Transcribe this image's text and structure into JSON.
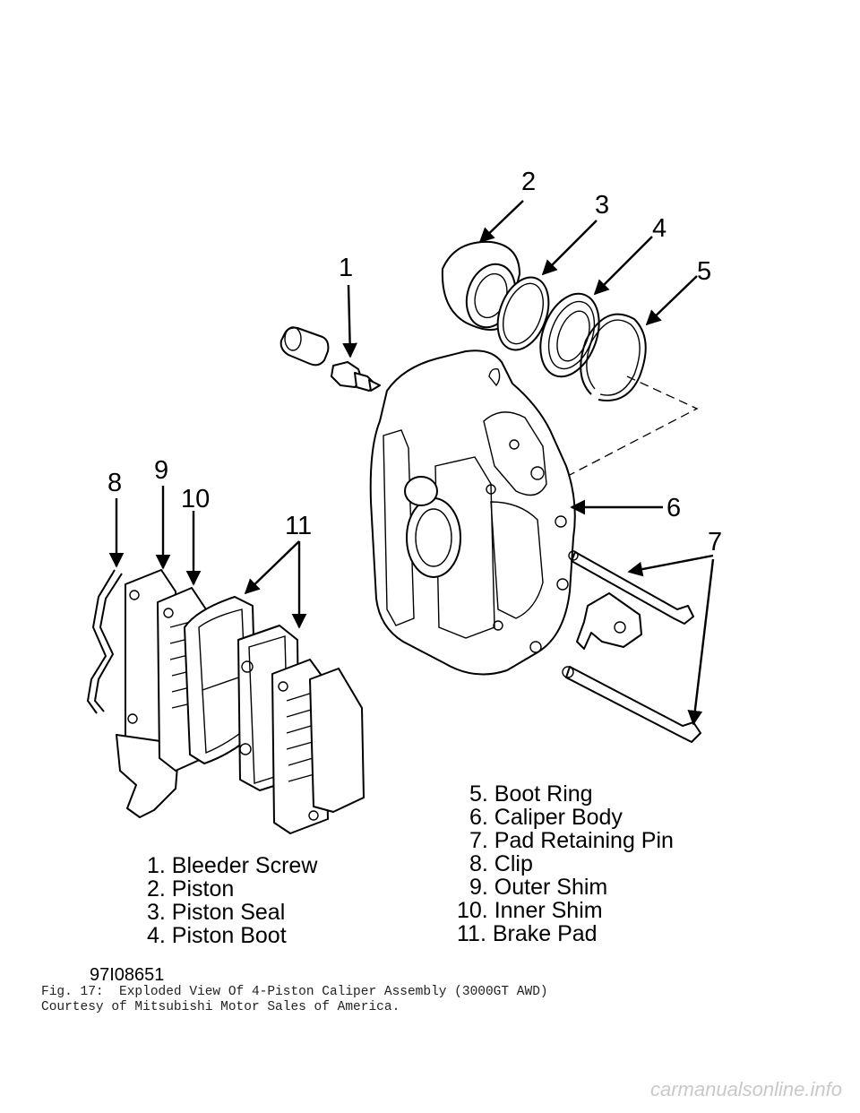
{
  "callouts": [
    "1",
    "2",
    "3",
    "4",
    "5",
    "6",
    "7",
    "8",
    "9",
    "10",
    "11"
  ],
  "legend_left": [
    "1. Bleeder Screw",
    "2. Piston",
    "3. Piston Seal",
    "4. Piston Boot"
  ],
  "legend_right": [
    "5. Boot Ring",
    "6. Caliper Body",
    "7. Pad Retaining Pin",
    "8. Clip",
    "9. Outer Shim",
    "10. Inner Shim",
    "11. Brake Pad"
  ],
  "figure_ref": "97I08651",
  "caption_line1": "Fig. 17:  Exploded View Of 4-Piston Caliper Assembly (3000GT AWD)",
  "caption_line2": "Courtesy of Mitsubishi Motor Sales of America.",
  "watermark": "carmanualsonline.info"
}
